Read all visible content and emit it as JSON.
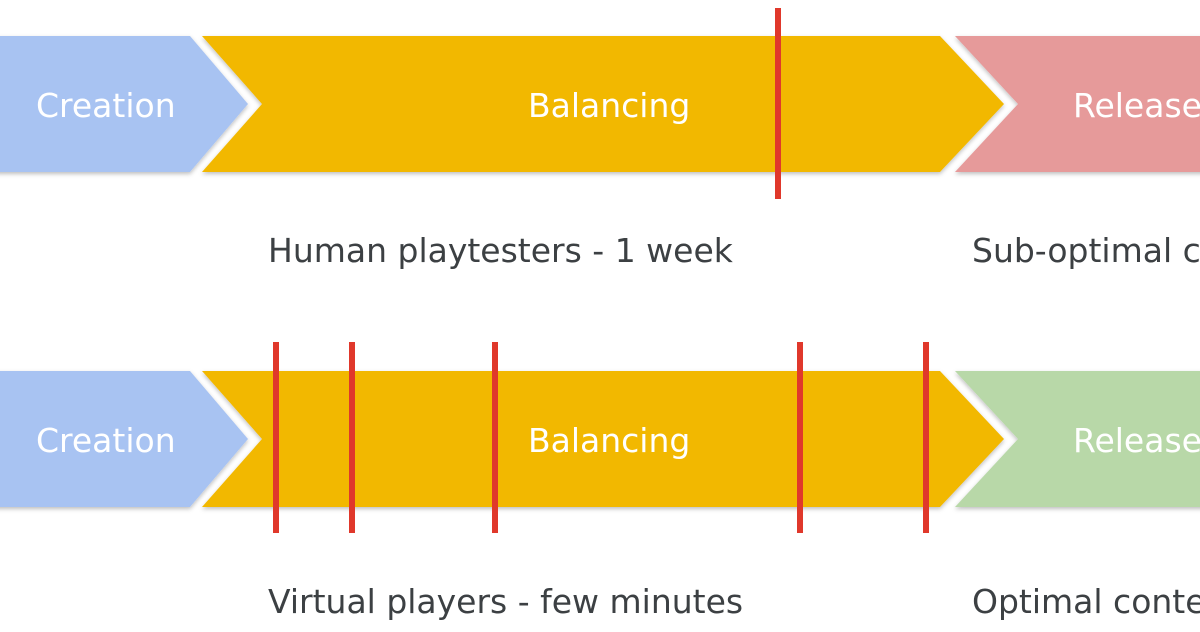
{
  "colors": {
    "creation": "#a8c3f2",
    "balancing": "#f2b800",
    "release_top": "#e69a9a",
    "release_bottom": "#b8d8a8",
    "marker": "#e0382b",
    "caption_text": "#3c4043"
  },
  "rows": [
    {
      "stages": {
        "creation": "Creation",
        "balancing": "Balancing",
        "release": "Release"
      },
      "captions": {
        "left": "Human playtesters - 1 week",
        "right": "Sub-optimal c"
      }
    },
    {
      "stages": {
        "creation": "Creation",
        "balancing": "Balancing",
        "release": "Release"
      },
      "captions": {
        "left": "Virtual players - few minutes",
        "right": "Optimal conte"
      }
    }
  ]
}
